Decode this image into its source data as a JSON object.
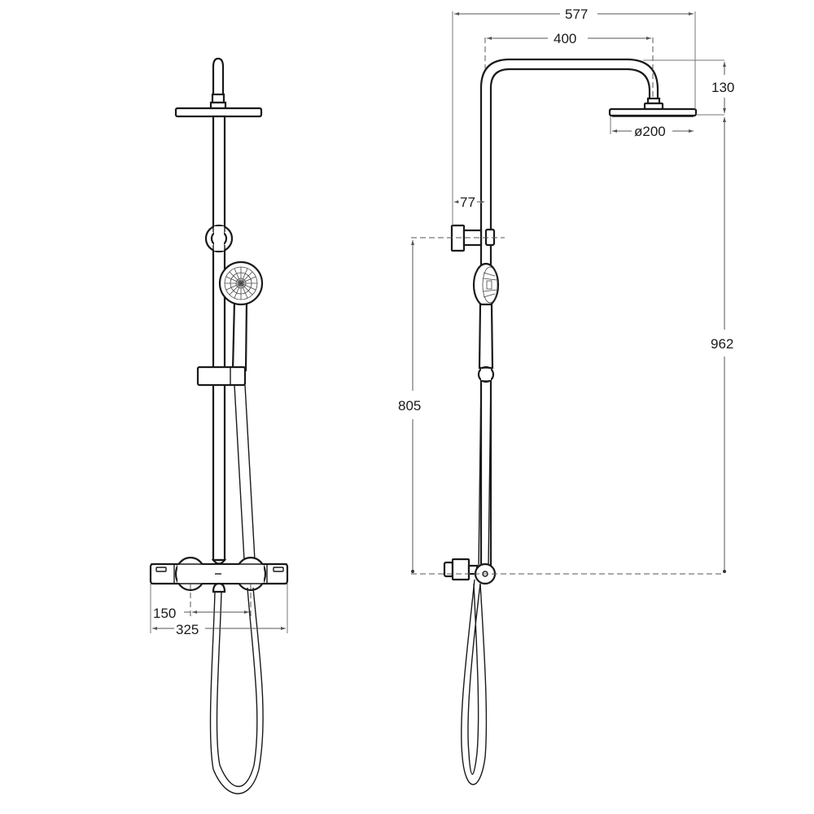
{
  "drawing": {
    "title": "Thermostatic shower column – dimension drawing",
    "views": [
      "front-view",
      "side-view"
    ],
    "line_color": "#1a1a1a",
    "dimension_color": "#555555",
    "background": "#ffffff"
  },
  "front_view": {
    "dimensions": {
      "valve_centers": "150",
      "mixer_width": "325"
    }
  },
  "side_view": {
    "dimensions": {
      "overall_projection": "577",
      "arm_reach": "400",
      "head_drop": "130",
      "head_diameter": "ø200",
      "wall_bracket_offset": "77",
      "inlet_to_bracket_height": "805",
      "inlet_to_head_height": "962"
    }
  }
}
